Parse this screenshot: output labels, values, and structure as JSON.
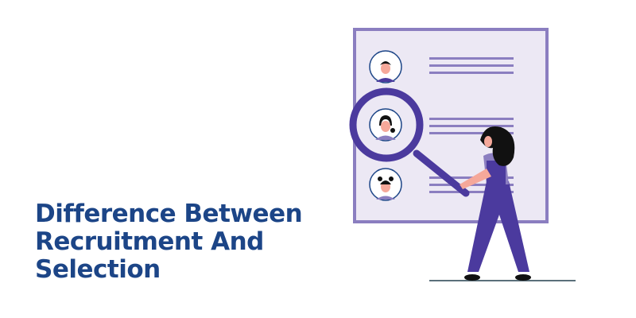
{
  "headline": {
    "lines": [
      "Difference Between",
      "Recruitment And",
      "Selection"
    ],
    "color": "#1c4587"
  },
  "illustration": {
    "description": "woman holding magnifying glass over candidate profile board",
    "colors": {
      "board_fill": "#ece8f4",
      "board_border": "#8b7ec0",
      "lines": "#8b7ec0",
      "purple": "#4b3a9e",
      "skin": "#f5a89a",
      "hair": "#111111",
      "ground": "#5a6f7a"
    },
    "profiles": [
      "candidate-1",
      "candidate-2",
      "candidate-3"
    ]
  }
}
